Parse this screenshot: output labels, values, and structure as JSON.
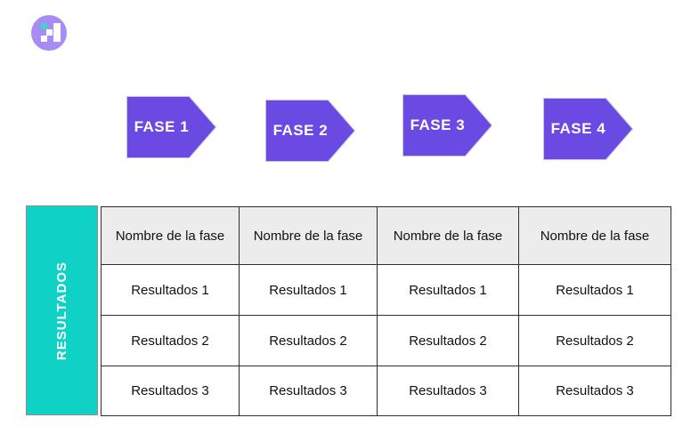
{
  "logo": {
    "icon": "pixel-h-logo",
    "circle_color": "#a78cf3",
    "accent_color": "#3fd4cb"
  },
  "phases": [
    {
      "label": "FASE 1"
    },
    {
      "label": "FASE 2"
    },
    {
      "label": "FASE 3"
    },
    {
      "label": "FASE 4"
    }
  ],
  "results_table": {
    "side_label": "RESULTADOS",
    "column_headers": [
      "Nombre de la fase",
      "Nombre de la fase",
      "Nombre de la fase",
      "Nombre de la fase"
    ],
    "rows": [
      [
        "Resultados 1",
        "Resultados 1",
        "Resultados 1",
        "Resultados 1"
      ],
      [
        "Resultados 2",
        "Resultados 2",
        "Resultados 2",
        "Resultados 2"
      ],
      [
        "Resultados 3",
        "Resultados 3",
        "Resultados 3",
        "Resultados 3"
      ]
    ]
  },
  "colors": {
    "arrow_purple": "#6a4ae2",
    "sidebar_teal": "#0fd1c5",
    "header_gray": "#ececec",
    "border_dark": "#2e2e2e"
  }
}
